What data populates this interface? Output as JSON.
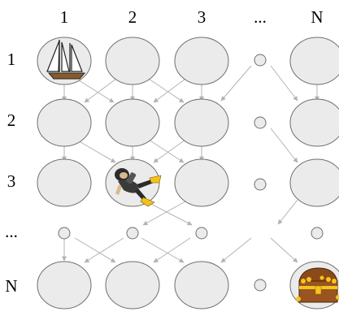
{
  "column_labels": [
    "1",
    "2",
    "3",
    "...",
    "N"
  ],
  "row_labels": [
    "1",
    "2",
    "3",
    "...",
    "N"
  ],
  "icons": {
    "start": "sailboat-icon",
    "middle": "scuba-diver-icon",
    "goal": "treasure-chest-icon"
  },
  "colors": {
    "node_fill": "#ebebeb",
    "node_stroke": "#6f6f6f",
    "arrow": "#b3b3b3",
    "boat_hull": "#8a5a2b",
    "diver_yellow": "#f2c21a",
    "chest_brown": "#8b4a18",
    "gold": "#f5c51d"
  }
}
